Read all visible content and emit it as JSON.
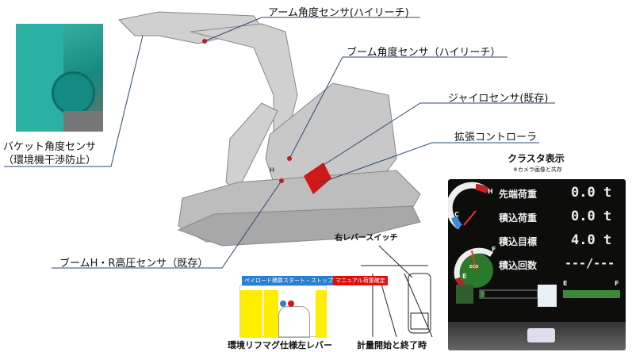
{
  "labels": {
    "arm_sensor": "アーム角度センサ(ハイリーチ)",
    "boom_sensor": "ブーム角度センサ（ハイリーチ）",
    "gyro_sensor": "ジャイロセンサ(既存)",
    "controller": "拡張コントローラ",
    "bucket_sensor_1": "バケット角度センサ",
    "bucket_sensor_2": "（環境機干渉防止）",
    "boom_pressure": "ブームH・R高圧センサ（既存）",
    "right_lever_switch": "右レバースイッチ",
    "payload_tag": "ペイロード積算スタート・ストップ",
    "manual_tag": "マニュアル荷重確定",
    "left_lever_caption": "環境リフマグ仕様左レバー",
    "measure_caption": "計量開始と終了時",
    "marker_h": "H"
  },
  "cluster": {
    "title": "クラスタ表示",
    "subtitle": "※カメラ画像と共存",
    "gauge_h": "H",
    "gauge_c": "C",
    "gauge_f": "F",
    "gauge_e": "E",
    "eco": "ECO",
    "rows": [
      {
        "label": "先端荷重",
        "value": "0.0 t"
      },
      {
        "label": "積込荷重",
        "value": "0.0 t"
      },
      {
        "label": "積込目標",
        "value": "4.0 t"
      },
      {
        "label": "積込回数",
        "value": "---/---"
      }
    ],
    "bar_e": "E",
    "bar_f": "F"
  },
  "colors": {
    "blue_tag": "#2a7fd0",
    "red_tag": "#e01010",
    "teal": "#1aa39a",
    "yellow": "#ffee00"
  }
}
